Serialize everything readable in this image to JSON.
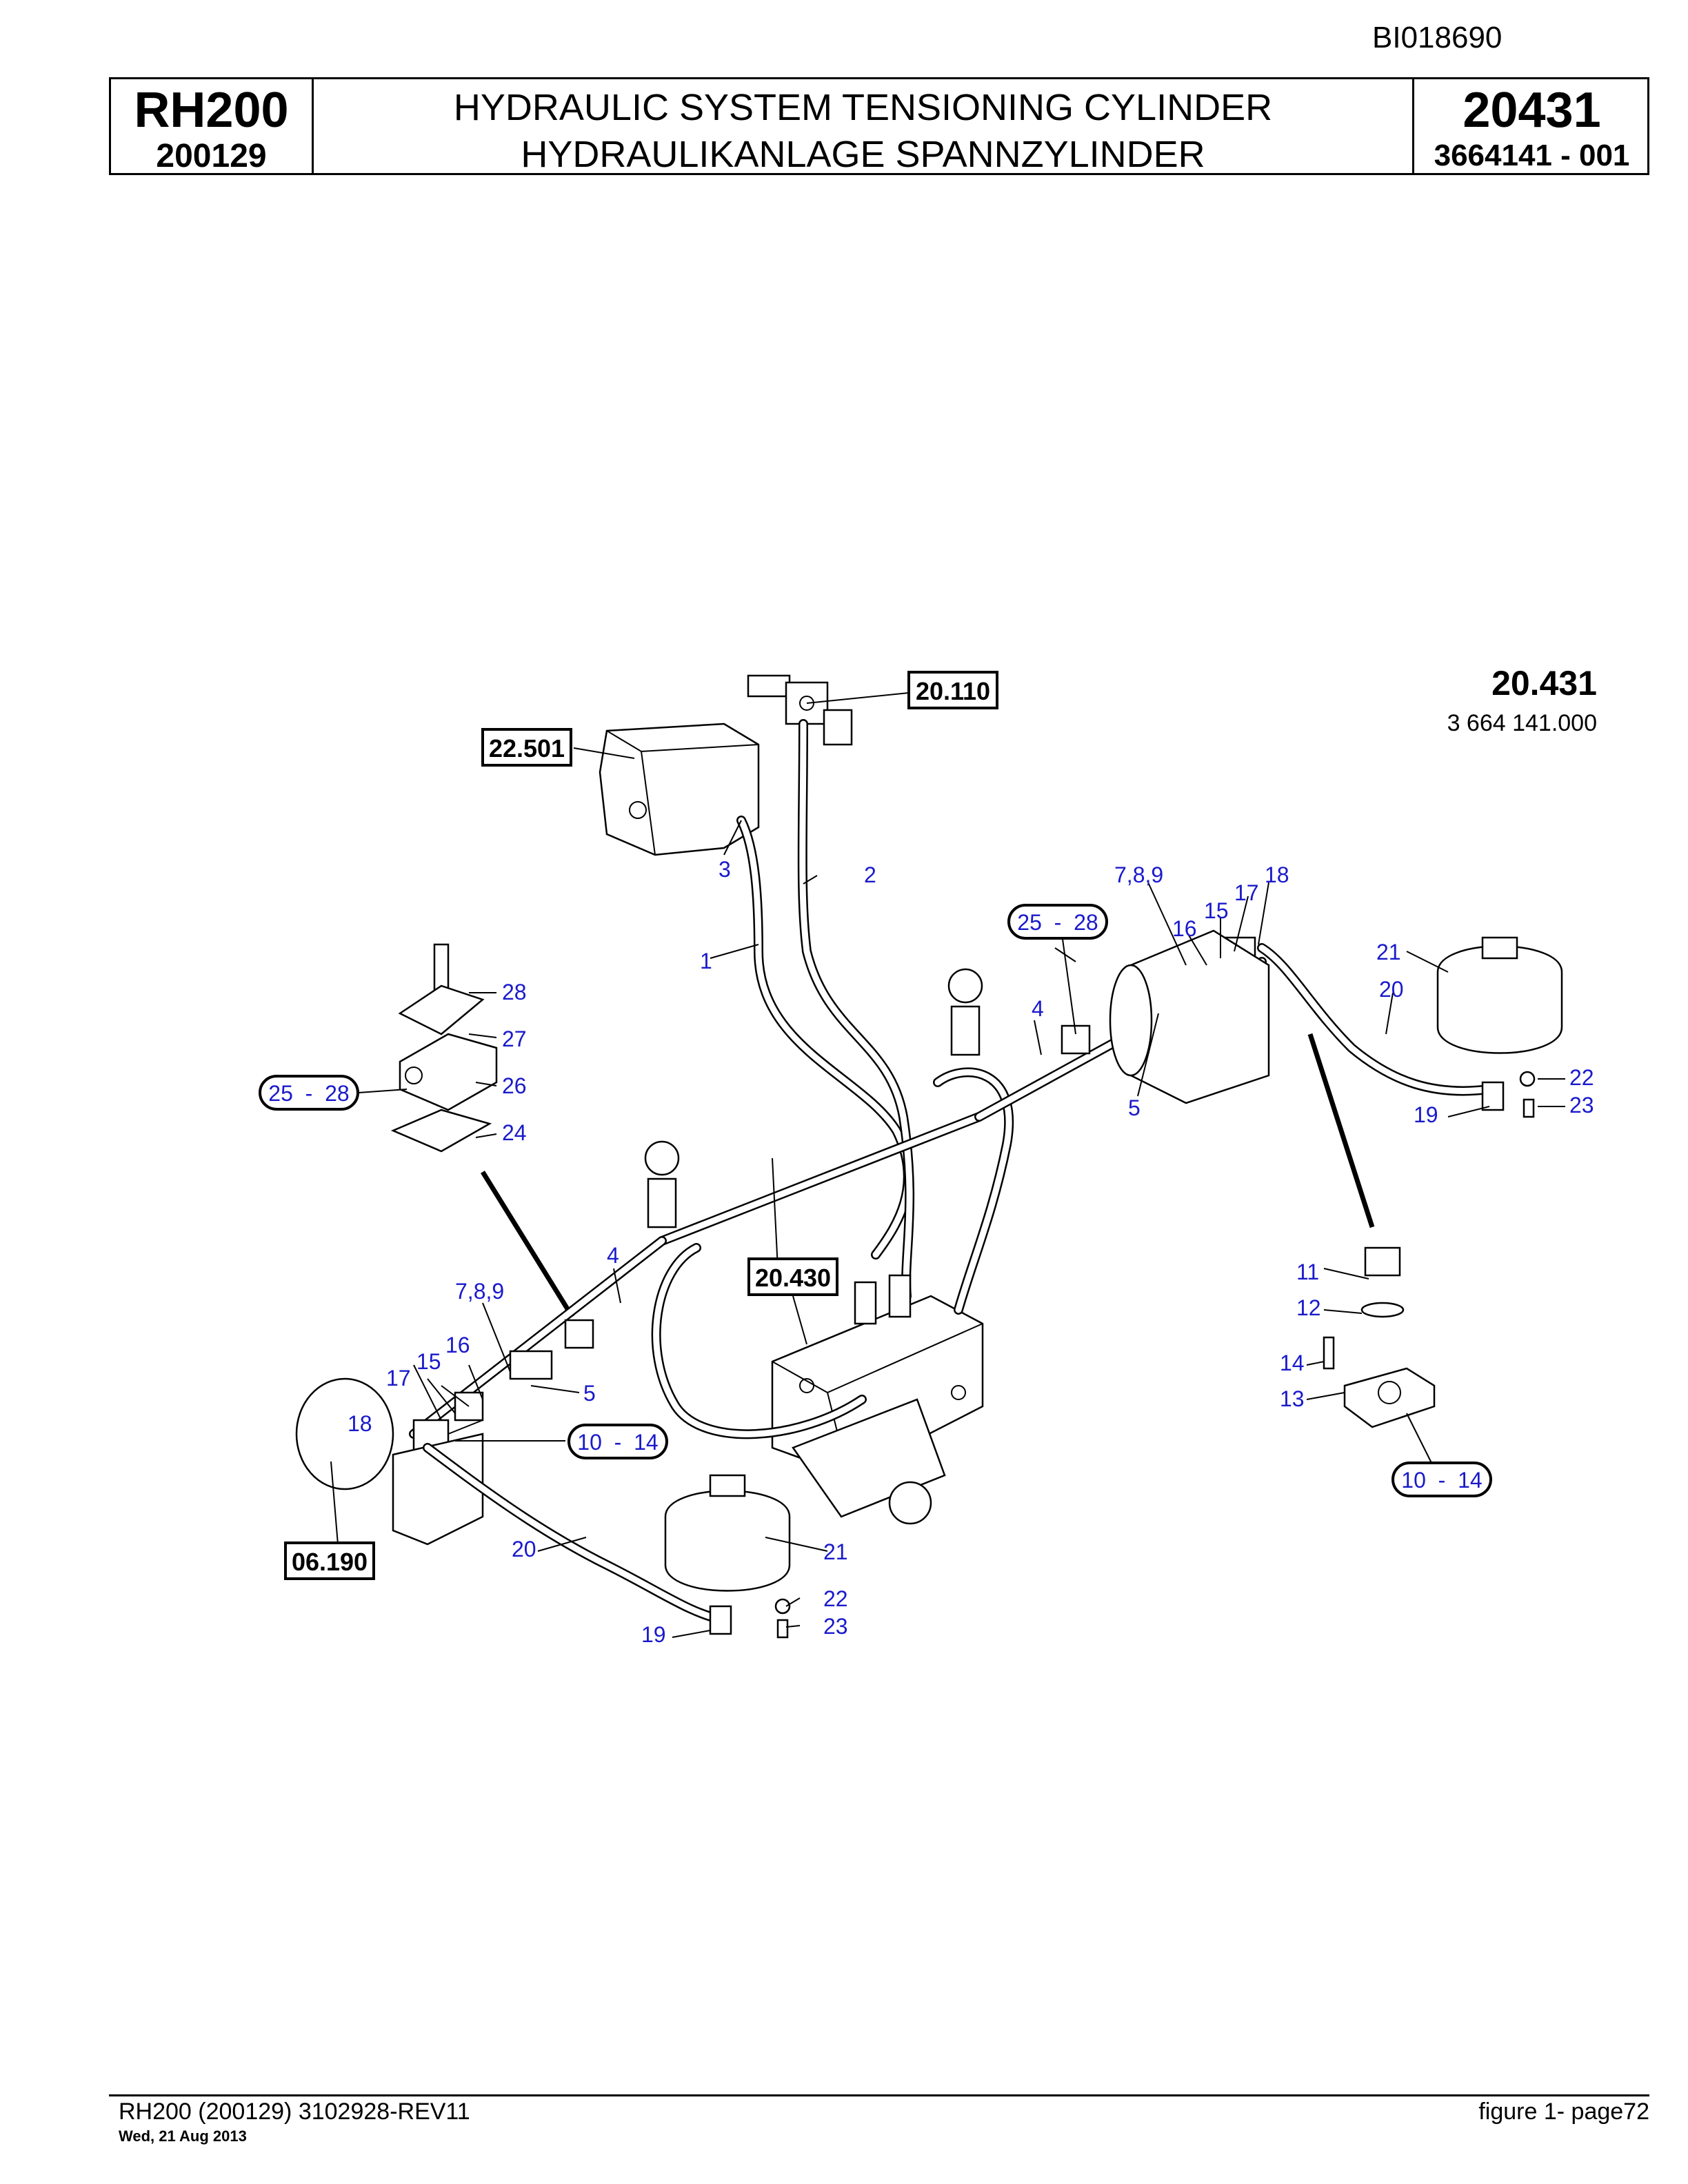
{
  "doc_id": "BI018690",
  "header": {
    "model": "RH200",
    "serial": "200129",
    "title_en": "HYDRAULIC SYSTEM TENSIONING CYLINDER",
    "title_de": "HYDRAULIKANLAGE SPANNZYLINDER",
    "group": "20431",
    "part_number": "3664141  - 001"
  },
  "figure_ref": {
    "group": "20.431",
    "part": "3 664 141.000"
  },
  "ref_boxes": [
    "20.110",
    "22.501",
    "20.430",
    "06.190"
  ],
  "range_labels": [
    "25  -  28",
    "25  -  28",
    "10  -  14",
    "10  -  14"
  ],
  "callouts": [
    "1",
    "2",
    "3",
    "4",
    "5",
    "7,8,9",
    "15",
    "16",
    "17",
    "18",
    "19",
    "20",
    "21",
    "22",
    "23",
    "24",
    "26",
    "27",
    "28",
    "4",
    "5",
    "7,8,9",
    "15",
    "16",
    "17",
    "18",
    "19",
    "20",
    "21",
    "22",
    "23",
    "11",
    "12",
    "13",
    "14"
  ],
  "footer": {
    "left": "RH200 (200129) 3102928-REV11",
    "date": "Wed, 21 Aug 2013",
    "right": "figure  1- page72"
  }
}
